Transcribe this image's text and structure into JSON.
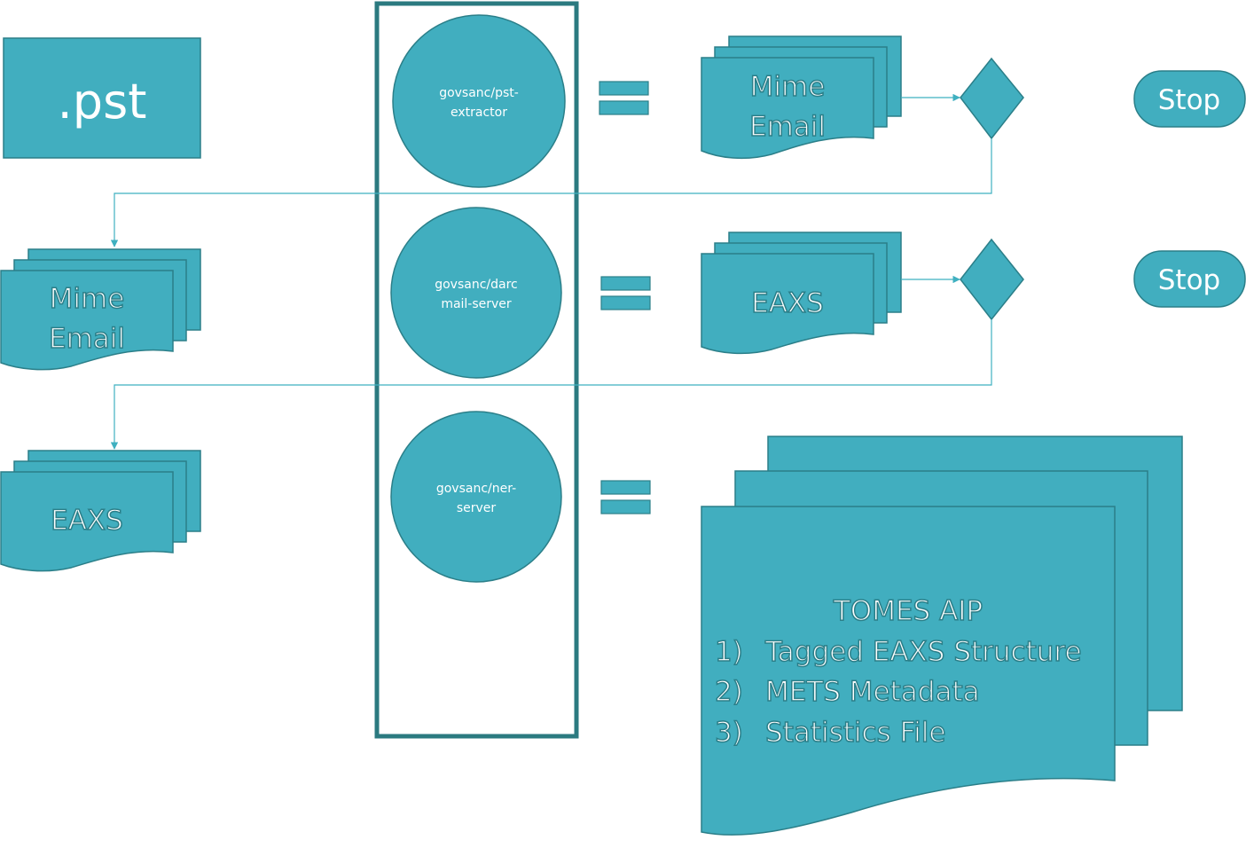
{
  "colors": {
    "fill": "#41aebf",
    "stroke": "#2b7f89",
    "frame": "#2b7a80",
    "connector": "#3fb0c0"
  },
  "source": {
    "label": ".pst"
  },
  "services": [
    {
      "line1": "govsanc/pst-",
      "line2": "extractor"
    },
    {
      "line1": "govsanc/darc",
      "line2": "mail-server"
    },
    {
      "line1": "govsanc/ner-",
      "line2": "server"
    }
  ],
  "outputs": [
    {
      "line1": "Mime",
      "line2": "Email"
    },
    {
      "label": "EAXS"
    }
  ],
  "decisions": [
    {
      "stop_label": "Stop"
    },
    {
      "stop_label": "Stop"
    }
  ],
  "inputs": [
    {
      "line1": "Mime",
      "line2": "Email"
    },
    {
      "label": "EAXS"
    }
  ],
  "aip": {
    "title": "TOMES AIP",
    "items": [
      {
        "num": "1)",
        "text": "Tagged EAXS Structure"
      },
      {
        "num": "2)",
        "text": "METS Metadata"
      },
      {
        "num": "3)",
        "text": "Statistics File"
      }
    ]
  }
}
